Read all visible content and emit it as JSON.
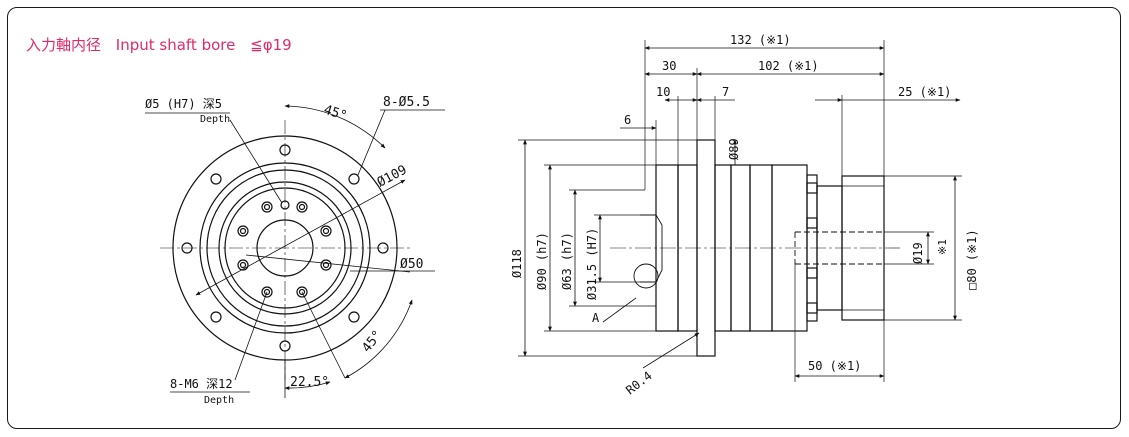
{
  "title": {
    "jp": "入力軸内径",
    "en": "Input shaft bore",
    "spec": "≦φ19"
  },
  "front_view": {
    "pin_hole": "Ø5 (H7) 深5",
    "pin_hole_sub": "Depth",
    "angle_top": "45°",
    "holes_top": "8-Ø5.5",
    "dia_109": "Ø109",
    "dia_50": "Ø50",
    "angle_bottom": "45°",
    "angle_small": "22.5°",
    "tap_holes": "8-M6 深12",
    "tap_holes_sub": "Depth"
  },
  "side_view": {
    "len_132": "132 (※1)",
    "len_30": "30",
    "len_102": "102 (※1)",
    "len_10": "10",
    "len_7": "7",
    "len_25": "25 (※1)",
    "len_6": "6",
    "dia_89": "Ø89",
    "dia_118": "Ø118",
    "dia_90": "Ø90 (h7)",
    "dia_63": "Ø63 (h7)",
    "dia_31": "Ø31.5 (H7)",
    "label_a": "A",
    "radius": "R0.4",
    "dia_19": "Ø19",
    "dia_19_note": "※1",
    "sq_80": "□80 (※1)",
    "len_50": "50 (※1)"
  }
}
